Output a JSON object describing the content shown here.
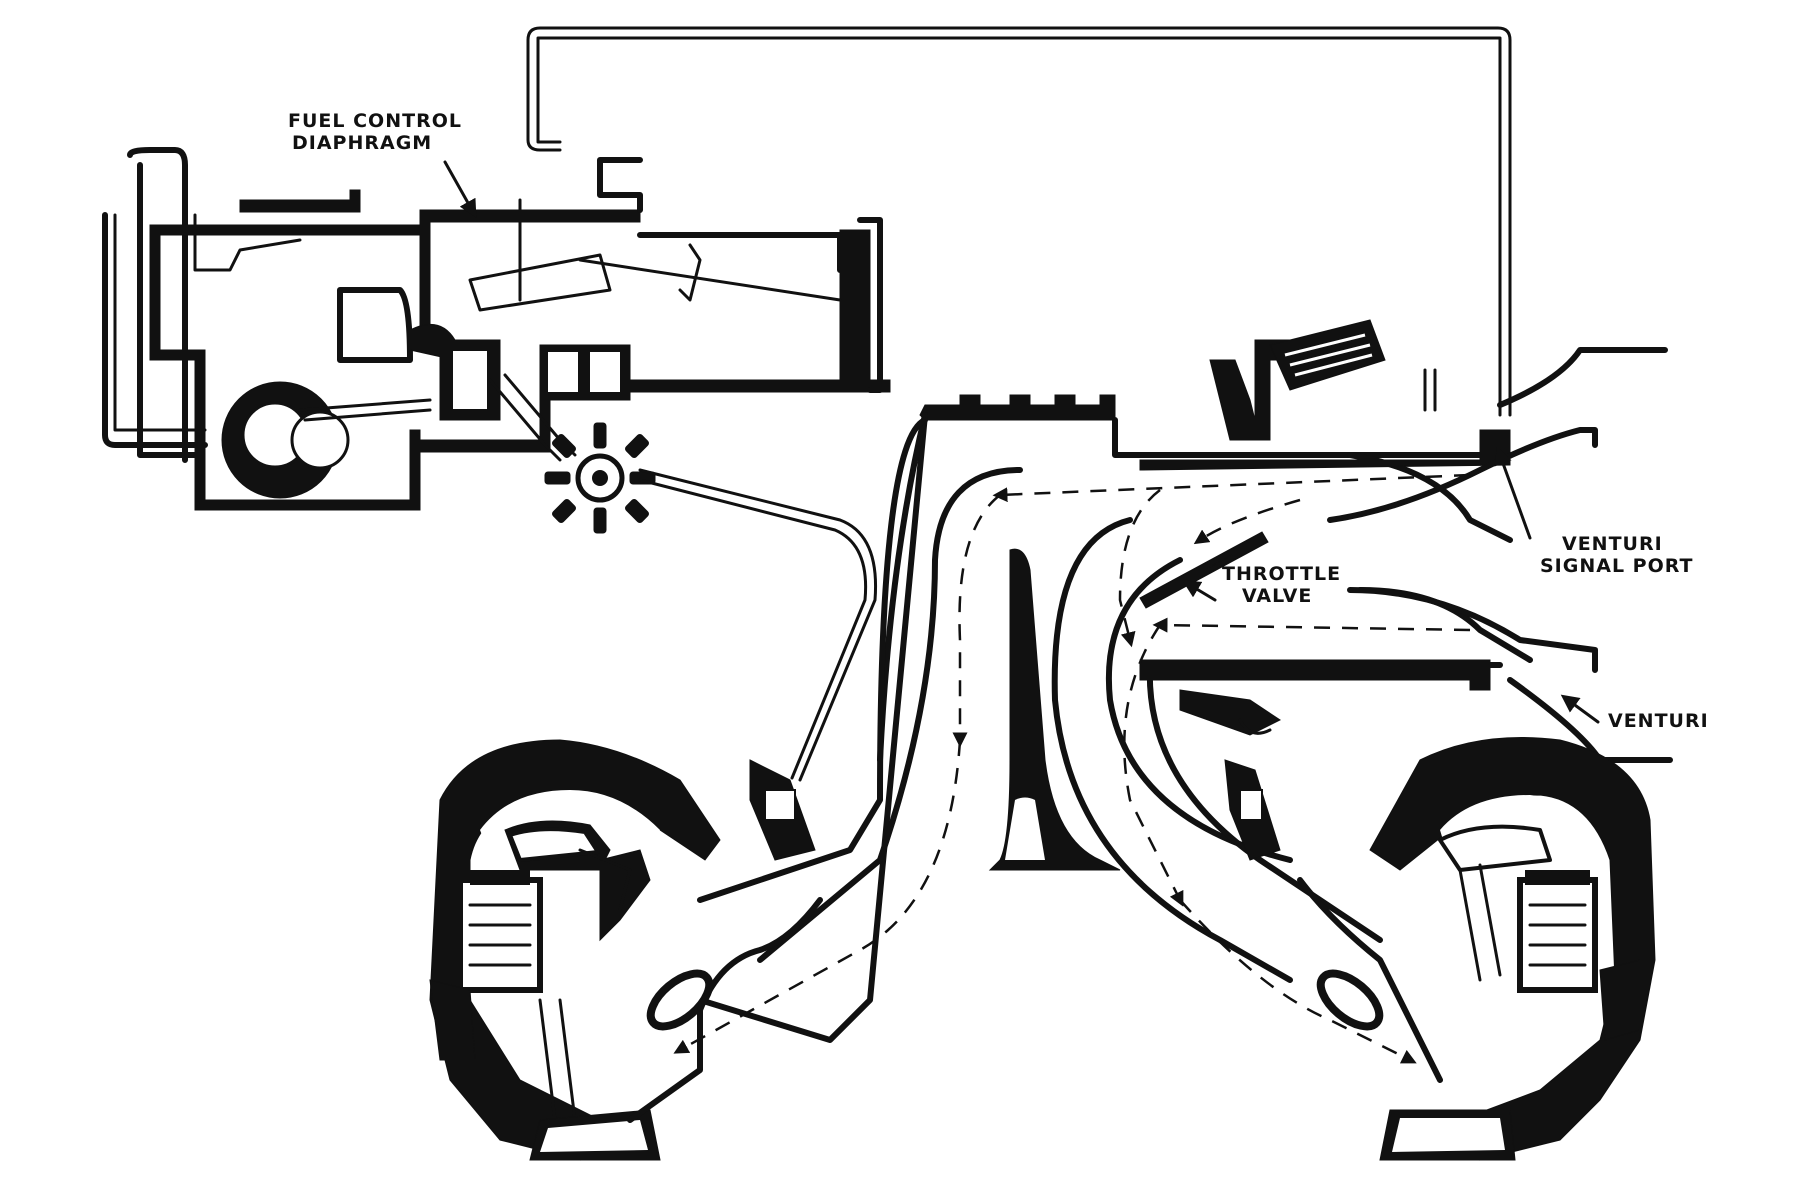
{
  "labels": {
    "fuel_control_line1": "FUEL CONTROL",
    "fuel_control_line2": "DIAPHRAGM",
    "throttle_line1": "THROTTLE",
    "throttle_line2": "VALVE",
    "venturi_signal_line1": "VENTURI",
    "venturi_signal_line2": "SIGNAL PORT",
    "venturi": "VENTURI"
  },
  "colors": {
    "ink": "#111111",
    "paper": "#ffffff"
  }
}
